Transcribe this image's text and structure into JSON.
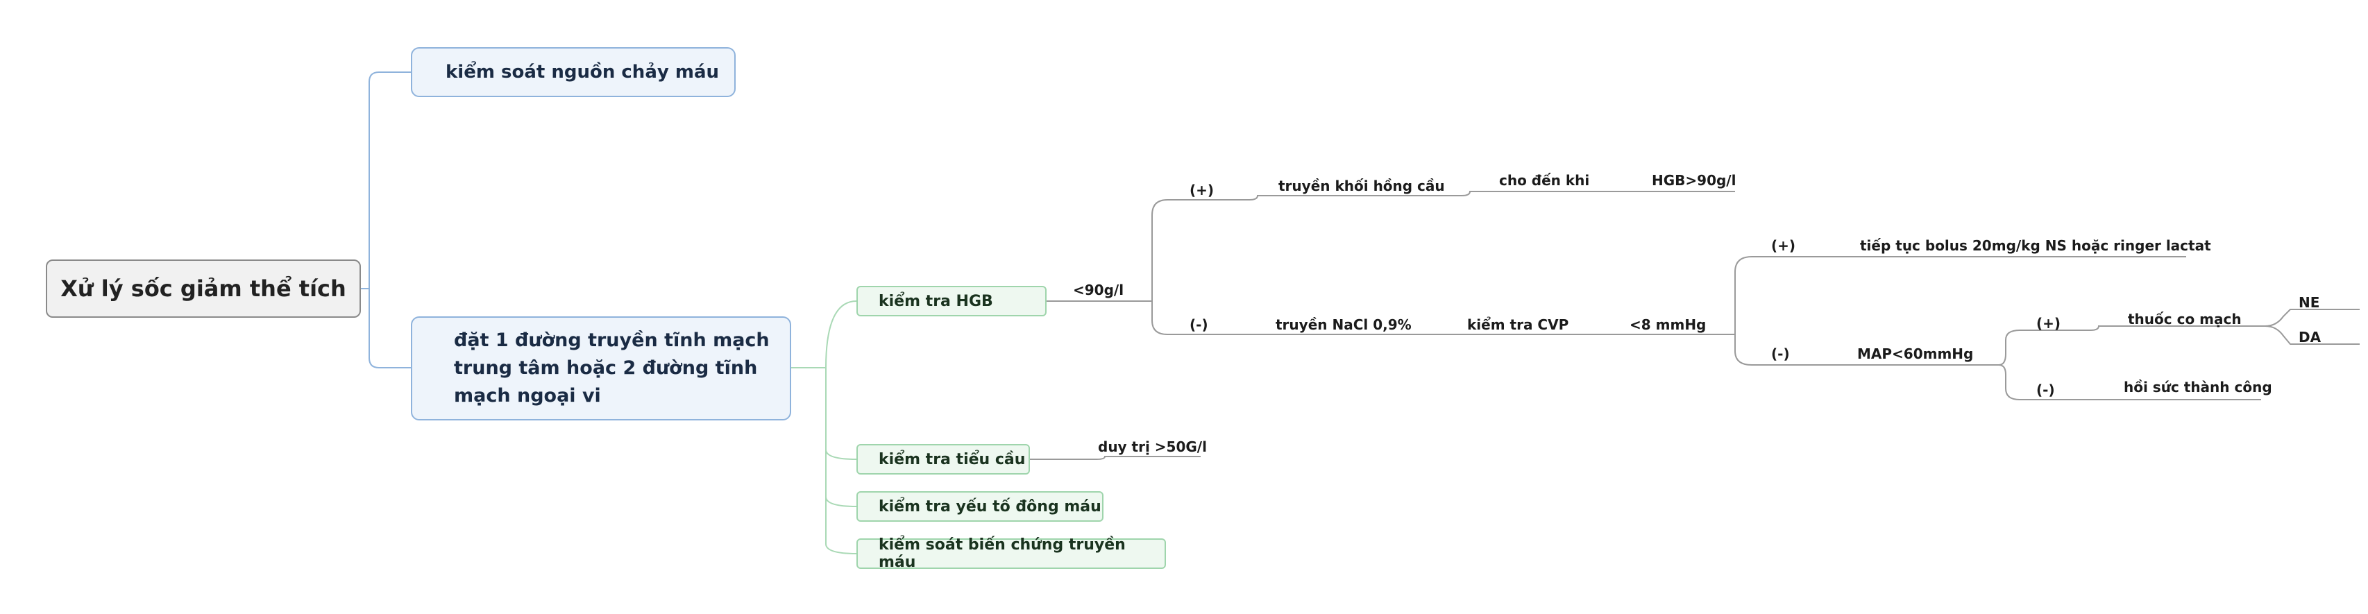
{
  "root": {
    "label": "Xử lý sốc giảm thể tích"
  },
  "level1": {
    "bleeding_control": "kiểm soát nguồn chảy máu",
    "iv_access": "đặt 1 đường truyền tĩnh mạch\ntrung tâm hoặc 2 đường tĩnh\nmạch ngoại vi"
  },
  "checks": {
    "hgb": "kiểm tra HGB",
    "platelets": "kiểm tra tiểu cầu",
    "coag": "kiểm tra yếu tố đông máu",
    "transfusion_complications": "kiểm soát biến chứng truyền máu"
  },
  "hgb_branch": {
    "threshold": "<90g/l",
    "pos": "(+)",
    "transfuse": "truyền khối hồng cầu",
    "until": "cho đến khi",
    "target": "HGB>90g/l",
    "neg": "(-)",
    "saline": "truyền NaCl 0,9%",
    "check_cvp": "kiểm tra CVP",
    "cvp_low": "<8 mmHg",
    "cvp_pos": "(+)",
    "continue_bolus": "tiếp tục bolus 20mg/kg NS hoặc ringer lactat",
    "cvp_neg": "(-)",
    "map_low": "MAP<60mmHg",
    "map_pos": "(+)",
    "vasopressor": "thuốc co mạch",
    "ne": "NE",
    "da": "DA",
    "map_neg": "(-)",
    "success": "hồi sức thành công"
  },
  "platelet_branch": {
    "maintain": "duy trị >50G/l"
  }
}
